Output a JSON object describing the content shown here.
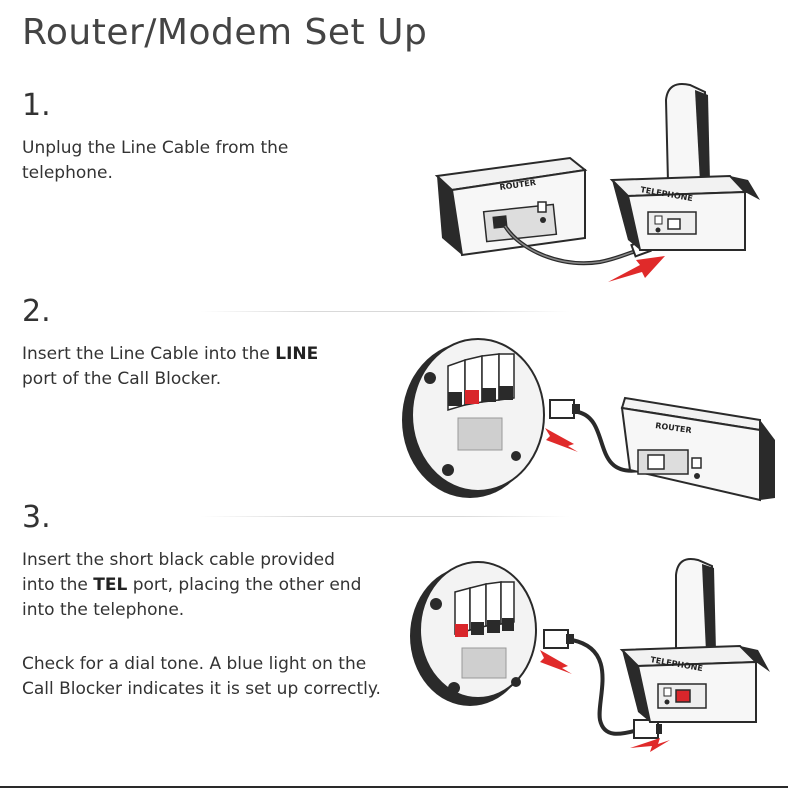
{
  "title": "Router/Modem Set Up",
  "steps": [
    {
      "number": "1.",
      "line1": "Unplug the Line Cable from the",
      "line2": "telephone."
    },
    {
      "number": "2.",
      "line1_pre": "Insert the Line Cable into the ",
      "line1_bold": "LINE",
      "line2": "port of the Call Blocker."
    },
    {
      "number": "3.",
      "line1": "Insert the short black cable provided",
      "line2_pre": "into the ",
      "line2_bold": "TEL",
      "line2_post": " port, placing the other end",
      "line3": "into the telephone.",
      "note_line1": "Check for a dial tone. A blue light on the",
      "note_line2": "Call Blocker indicates it is set up correctly."
    }
  ],
  "device_labels": {
    "router": "ROUTER",
    "telephone": "TELEPHONE"
  },
  "colors": {
    "port_red": "#d9262b",
    "arrow_red": "#e02a2a",
    "device_dark": "#2a2a2a",
    "device_light": "#f2f2f2"
  }
}
